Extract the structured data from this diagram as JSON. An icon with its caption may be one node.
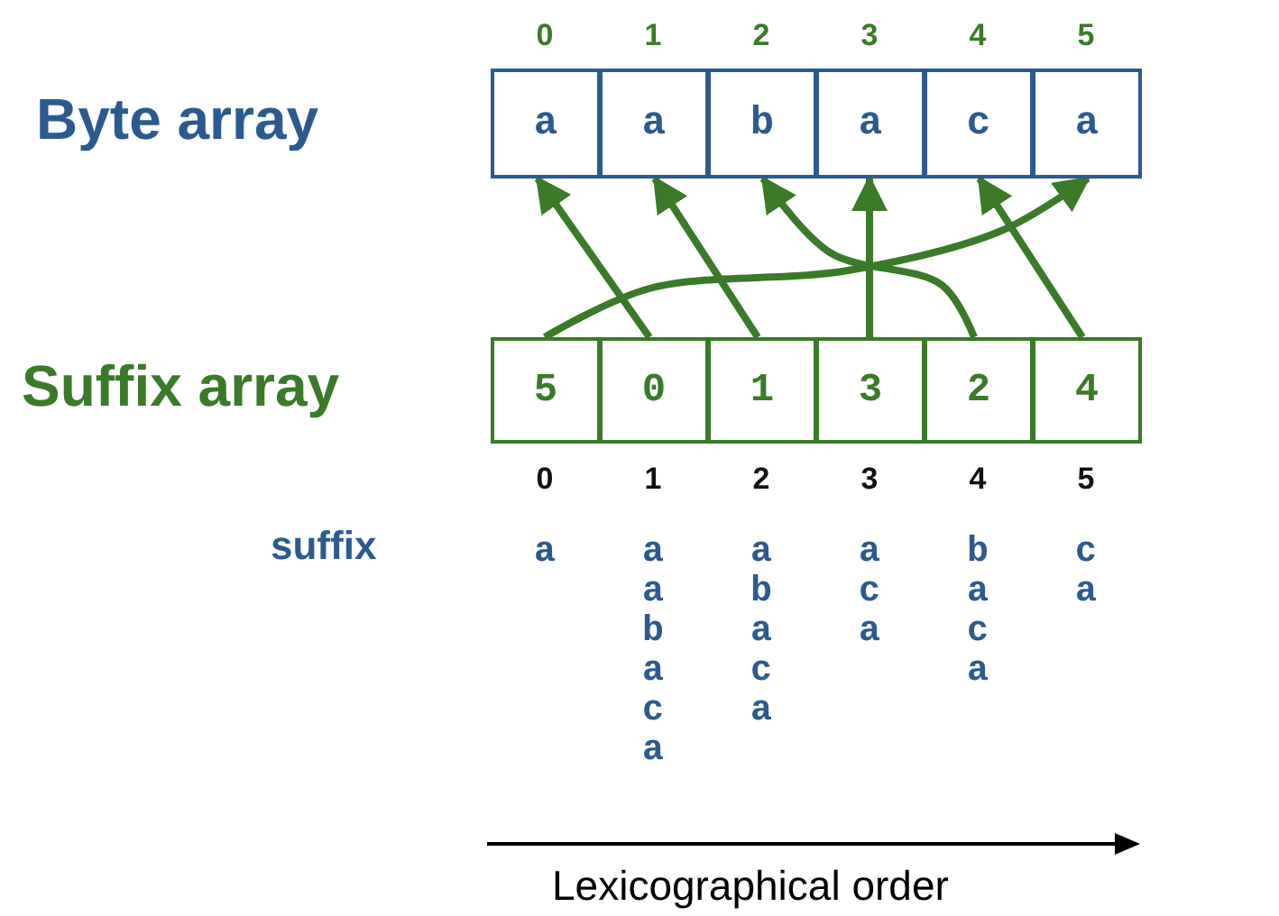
{
  "diagram": {
    "nodes": [
      {
        "text": [
          "a"
        ]
      },
      {
        "text": [
          "a"
        ]
      },
      {
        "text": [
          "b"
        ]
      },
      {
        "text": [
          "a"
        ]
      },
      {
        "text": [
          "c"
        ]
      },
      {
        "text": [
          "a"
        ]
      },
      {
        "text": [
          "5"
        ]
      },
      {
        "text": [
          "0"
        ]
      },
      {
        "text": [
          "1"
        ]
      },
      {
        "text": [
          "3"
        ]
      },
      {
        "text": [
          "2"
        ]
      },
      {
        "text": [
          "4"
        ]
      }
    ],
    "edges": [
      {
        "from": 6,
        "to": 5,
        "arrow": "to"
      },
      {
        "from": 7,
        "to": 0,
        "arrow": "to"
      },
      {
        "from": 8,
        "to": 1,
        "arrow": "to"
      },
      {
        "from": 9,
        "to": 3,
        "arrow": "to"
      },
      {
        "from": 10,
        "to": 2,
        "arrow": "to"
      },
      {
        "from": 11,
        "to": 4,
        "arrow": "to"
      }
    ],
    "labels": [
      "0",
      "1",
      "2",
      "3",
      "4",
      "5",
      "Byte array",
      "Suffix array",
      "0",
      "1",
      "2",
      "3",
      "4",
      "5",
      "suffix",
      "a",
      "a a b a c a",
      "a b a c a",
      "a c a",
      "b a c a",
      "c a",
      "Lexicographical order"
    ]
  }
}
